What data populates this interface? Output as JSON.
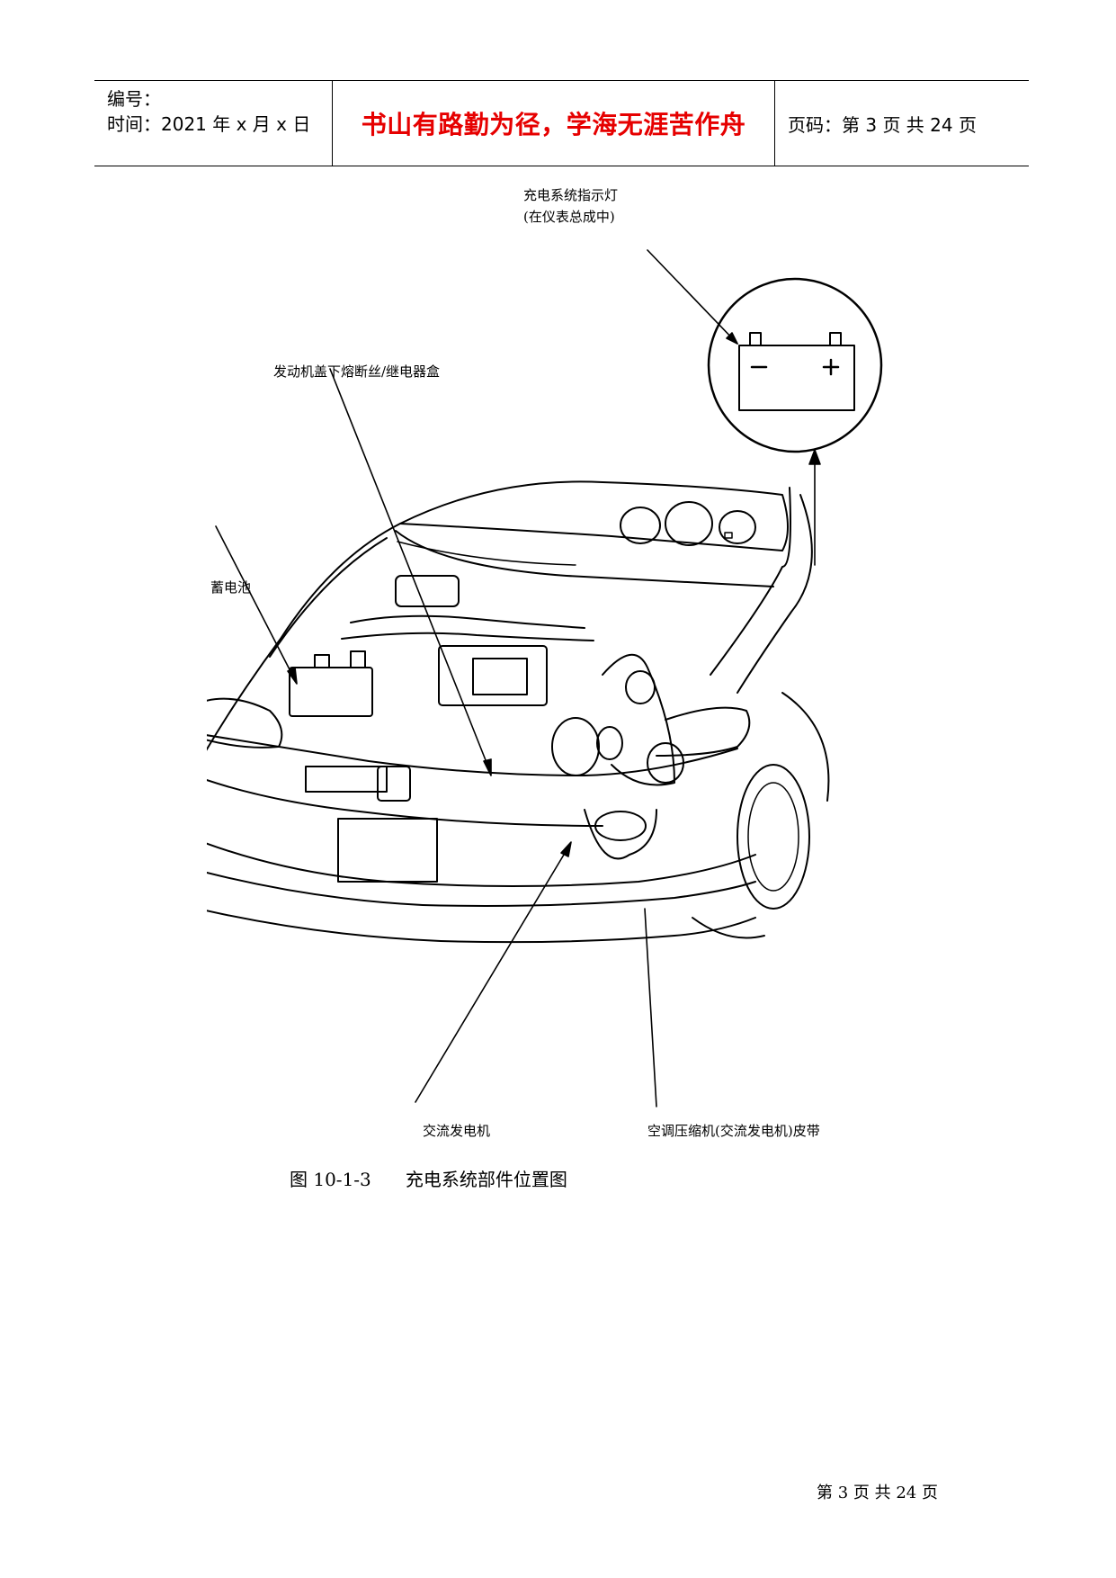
{
  "header": {
    "number_label": "编号：",
    "time_label": "时间：2021 年 x 月 x 日",
    "motto": "书山有路勤为径，学海无涯苦作舟",
    "page_info": "页码：第 3 页  共 24 页"
  },
  "figure": {
    "labels": {
      "indicator_lamp": "充电系统指示灯",
      "indicator_lamp_sub": "(在仪表总成中)",
      "fuse_box": "发动机盖下熔断丝/继电器盒",
      "battery": "蓄电池",
      "alternator": "交流发电机",
      "belt": "空调压缩机(交流发电机)皮带"
    },
    "battery_symbols": {
      "minus": "−",
      "plus": "+"
    }
  },
  "caption": "图 10-1-3      充电系统部件位置图",
  "footer": "第  3  页  共  24  页"
}
